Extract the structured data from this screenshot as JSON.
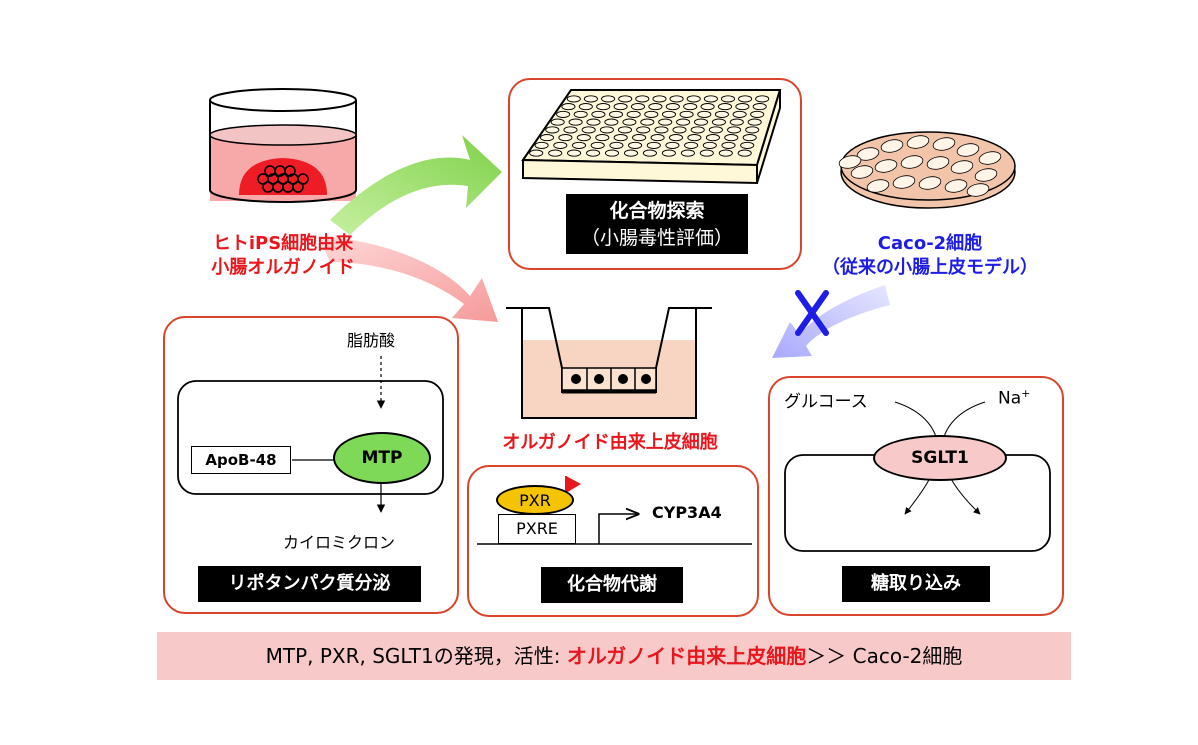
{
  "source": {
    "line1": "ヒトiPS細胞由来",
    "line2": "小腸オルガノイド"
  },
  "screening": {
    "title": "化合物探索",
    "subtitle": "（小腸毒性評価）"
  },
  "caco2": {
    "line1": "Caco-2細胞",
    "line2": "（従来の小腸上皮モデル）"
  },
  "epithelium": {
    "label": "オルガノイド由来上皮細胞"
  },
  "lipid": {
    "input": "脂肪酸",
    "enzyme": "MTP",
    "partner": "ApoB-48",
    "output": "カイロミクロン",
    "caption": "リポタンパク質分泌"
  },
  "metabolism": {
    "receptor": "PXR",
    "element": "PXRE",
    "gene": "CYP3A4",
    "caption": "化合物代謝"
  },
  "sugar": {
    "substrate": "グルコース",
    "ion": "Na",
    "ion_charge": "+",
    "transporter": "SGLT1",
    "caption": "糖取り込み"
  },
  "summary": {
    "prefix": "MTP, PXR, SGLT1の発現，活性: ",
    "highlight": "オルガノイド由来上皮細胞",
    "suffix": "＞＞ Caco-2細胞"
  },
  "colors": {
    "panel_border": "#d9442b",
    "highlight_red": "#e8171d",
    "caco_blue": "#1d1de6",
    "mtp_green": "#7ed957",
    "pxr_yellow": "#f5c400",
    "sglt1_pink": "#f7c9c9",
    "medium_peach": "#f7d5c2",
    "summary_bg": "#f8c9c9"
  }
}
